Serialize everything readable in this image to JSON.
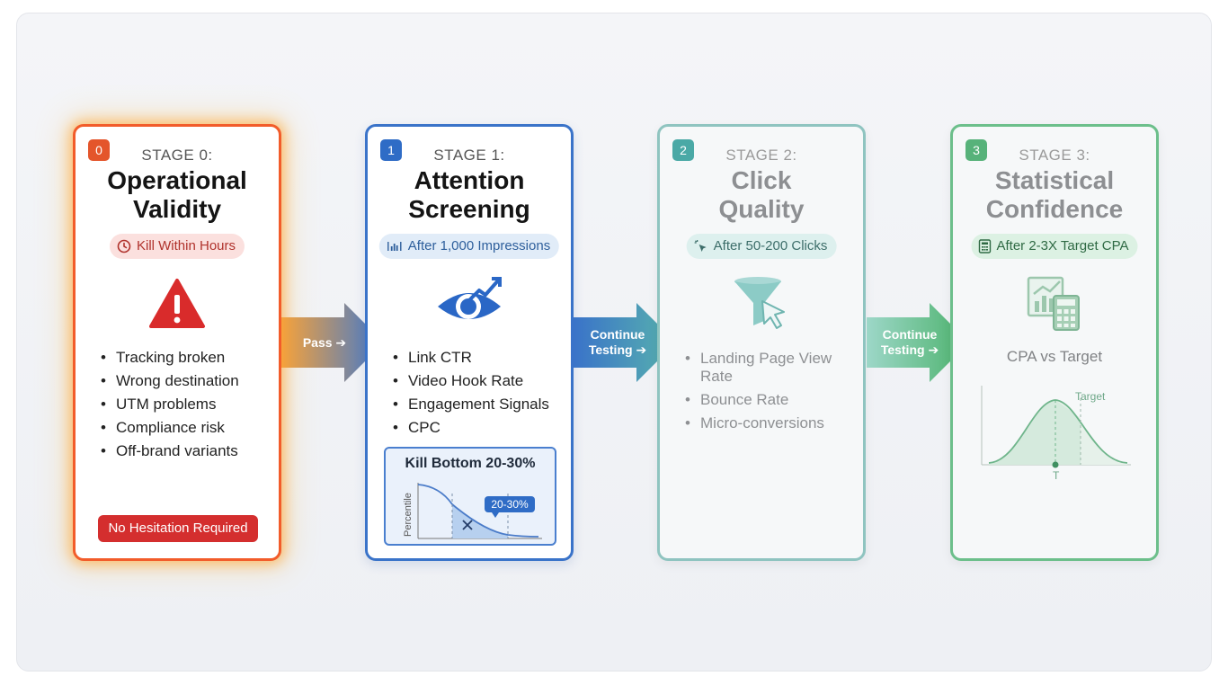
{
  "stages": [
    {
      "number": "0",
      "label": "STAGE 0:",
      "title_line1": "Operational",
      "title_line2": "Validity",
      "pill": "Kill Within Hours",
      "pill_icon": "clock-icon",
      "main_icon": "warning-triangle-icon",
      "bullets": [
        "Tracking broken",
        "Wrong destination",
        "UTM problems",
        "Compliance risk",
        "Off-brand variants"
      ],
      "footer_badge": "No Hesitation Required",
      "accent_color": "#f25c2a"
    },
    {
      "number": "1",
      "label": "STAGE 1:",
      "title_line1": "Attention",
      "title_line2": "Screening",
      "pill": "After 1,000 Impressions",
      "pill_icon": "bar-chart-icon",
      "main_icon": "eye-trend-icon",
      "bullets": [
        "Link CTR",
        "Video Hook Rate",
        "Engagement Signals",
        "CPC"
      ],
      "kill_box": {
        "title": "Kill Bottom 20-30%",
        "y_axis_label": "Percentile",
        "callout": "20-30%"
      },
      "accent_color": "#3a73c9"
    },
    {
      "number": "2",
      "label": "STAGE 2:",
      "title_line1": "Click",
      "title_line2": "Quality",
      "pill": "After 50-200 Clicks",
      "pill_icon": "cursor-click-icon",
      "main_icon": "funnel-cursor-icon",
      "bullets": [
        "Landing Page View Rate",
        "Bounce Rate",
        "Micro-conversions"
      ],
      "accent_color": "#8fc4c0"
    },
    {
      "number": "3",
      "label": "STAGE 3:",
      "title_line1": "Statistical",
      "title_line2": "Confidence",
      "pill": "After 2-3X Target CPA",
      "pill_icon": "calculator-icon",
      "main_icon": "chart-calculator-icon",
      "metric": "CPA vs Target",
      "curve": {
        "target_label": "Target",
        "x_marker_label": "T"
      },
      "accent_color": "#6cbf8b"
    }
  ],
  "transitions": [
    {
      "text": "Pass ➔"
    },
    {
      "line1": "Continue",
      "line2": "Testing ➔"
    },
    {
      "line1": "Continue",
      "line2": "Testing ➔"
    }
  ]
}
